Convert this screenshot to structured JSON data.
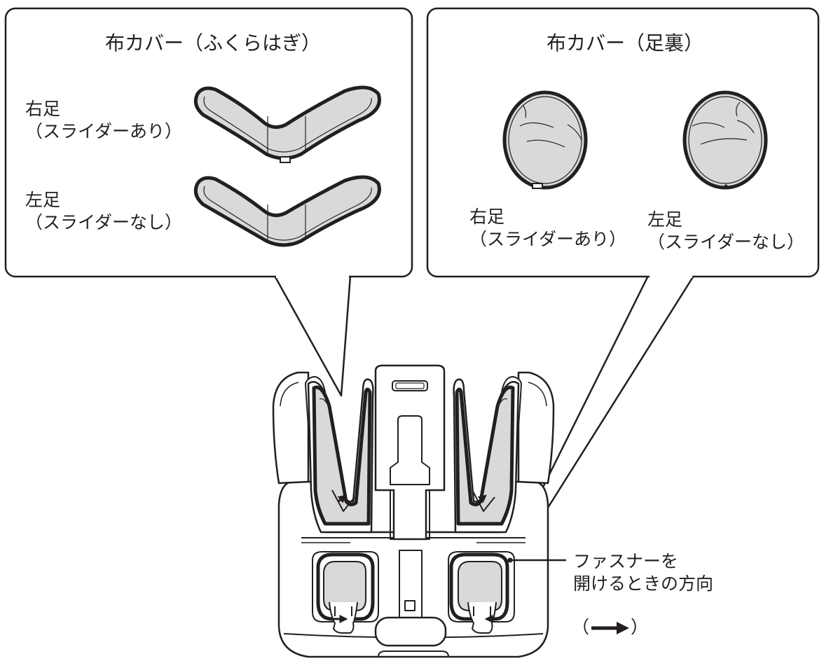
{
  "panel_left": {
    "title": "布カバー（ふくらはぎ）",
    "right": {
      "line1": "右足",
      "line2": "（スライダーあり）"
    },
    "left": {
      "line1": "左足",
      "line2": "（スライダーなし）"
    }
  },
  "panel_right": {
    "title": "布カバー（足裏）",
    "right": {
      "line1": "右足",
      "line2": "（スライダーあり）"
    },
    "left": {
      "line1": "左足",
      "line2": "（スライダーなし）"
    }
  },
  "callout": {
    "line1": "ファスナーを",
    "line2": "開けるときの方向",
    "line3_open": "（",
    "line3_close": "）"
  },
  "colors": {
    "line": "#231f20",
    "fill": "#d9d9d9",
    "background": "#ffffff"
  }
}
